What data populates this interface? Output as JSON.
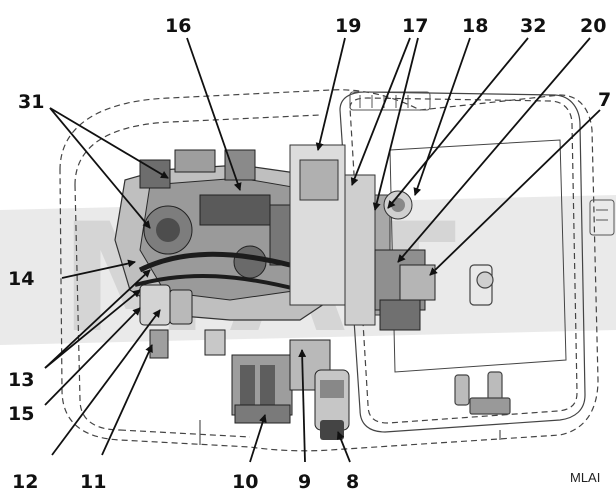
{
  "diagram": {
    "reference_code": "MLAI",
    "watermark_text": "MAT",
    "callouts": [
      {
        "id": "c16",
        "text": "16"
      },
      {
        "id": "c19",
        "text": "19"
      },
      {
        "id": "c17",
        "text": "17"
      },
      {
        "id": "c18",
        "text": "18"
      },
      {
        "id": "c32",
        "text": "32"
      },
      {
        "id": "c20",
        "text": "20"
      },
      {
        "id": "c31",
        "text": "31"
      },
      {
        "id": "c7",
        "text": "7"
      },
      {
        "id": "c14",
        "text": "14"
      },
      {
        "id": "c13",
        "text": "13"
      },
      {
        "id": "c15",
        "text": "15"
      },
      {
        "id": "c12",
        "text": "12"
      },
      {
        "id": "c11",
        "text": "11"
      },
      {
        "id": "c10",
        "text": "10"
      },
      {
        "id": "c9",
        "text": "9"
      },
      {
        "id": "c8",
        "text": "8"
      }
    ]
  }
}
